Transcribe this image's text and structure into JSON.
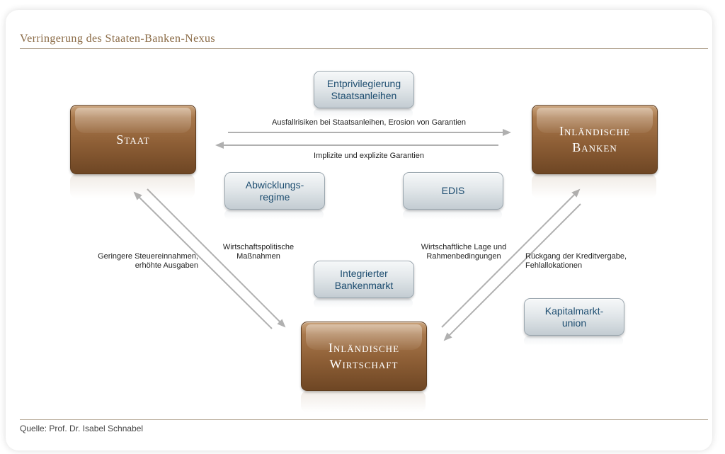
{
  "title": "Verringerung des Staaten-Banken-Nexus",
  "nodes": {
    "staat": "Staat",
    "banken": "Inländische\nBanken",
    "wirtschaft": "Inländische\nWirtschaft"
  },
  "measures": {
    "entprivilegierung": "Entprivilegierung\nStaatsanleihen",
    "abwicklung": "Abwicklungs-\nregime",
    "edis": "EDIS",
    "bankenmarkt": "Integrierter\nBankenmarkt",
    "kapitalmarkt": "Kapitalmarkt-\nunion"
  },
  "labels": {
    "ausfallrisiken": "Ausfallrisiken bei Staatsanleihen, Erosion von Garantien",
    "garantien": "Implizite und explizite Garantien",
    "steuer": "Geringere Steuereinnahmen,\nerhöhte Ausgaben",
    "wirtschaftspolitisch": "Wirtschaftspolitische\nMaßnahmen",
    "lage": "Wirtschaftliche Lage und\nRahmenbedingungen",
    "kredit": "Rückgang der Kreditvergabe,\nFehlallokationen"
  },
  "source": "Quelle: Prof. Dr. Isabel Schnabel",
  "colors": {
    "node_brown": "#8e5f36",
    "measure_text": "#1d4d70",
    "arrow_grey": "#b0b0b0",
    "title_brown": "#8a6a45"
  }
}
